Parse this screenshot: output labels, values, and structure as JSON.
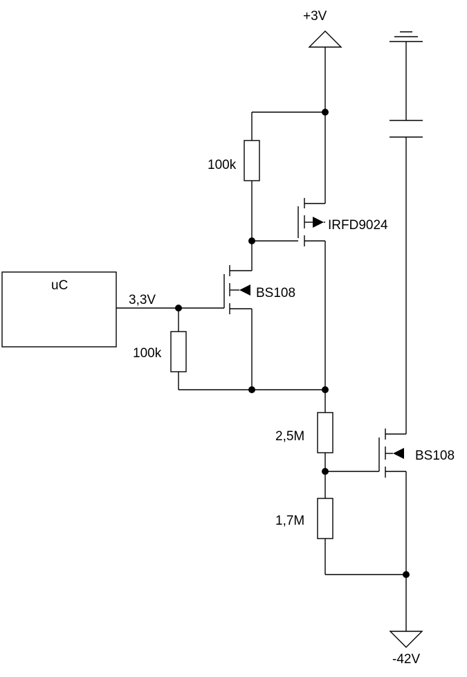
{
  "supply_top": "+3V",
  "supply_bottom": "-42V",
  "microcontroller": "uC",
  "input_voltage": "3,3V",
  "resistors": {
    "r_gate_pullup": "100k",
    "r_gate_pulldown": "100k",
    "r_divider_top": "2,5M",
    "r_divider_bottom": "1,7M"
  },
  "transistors": {
    "q_top": "IRFD9024",
    "q_mid": "BS108",
    "q_right": "BS108"
  }
}
